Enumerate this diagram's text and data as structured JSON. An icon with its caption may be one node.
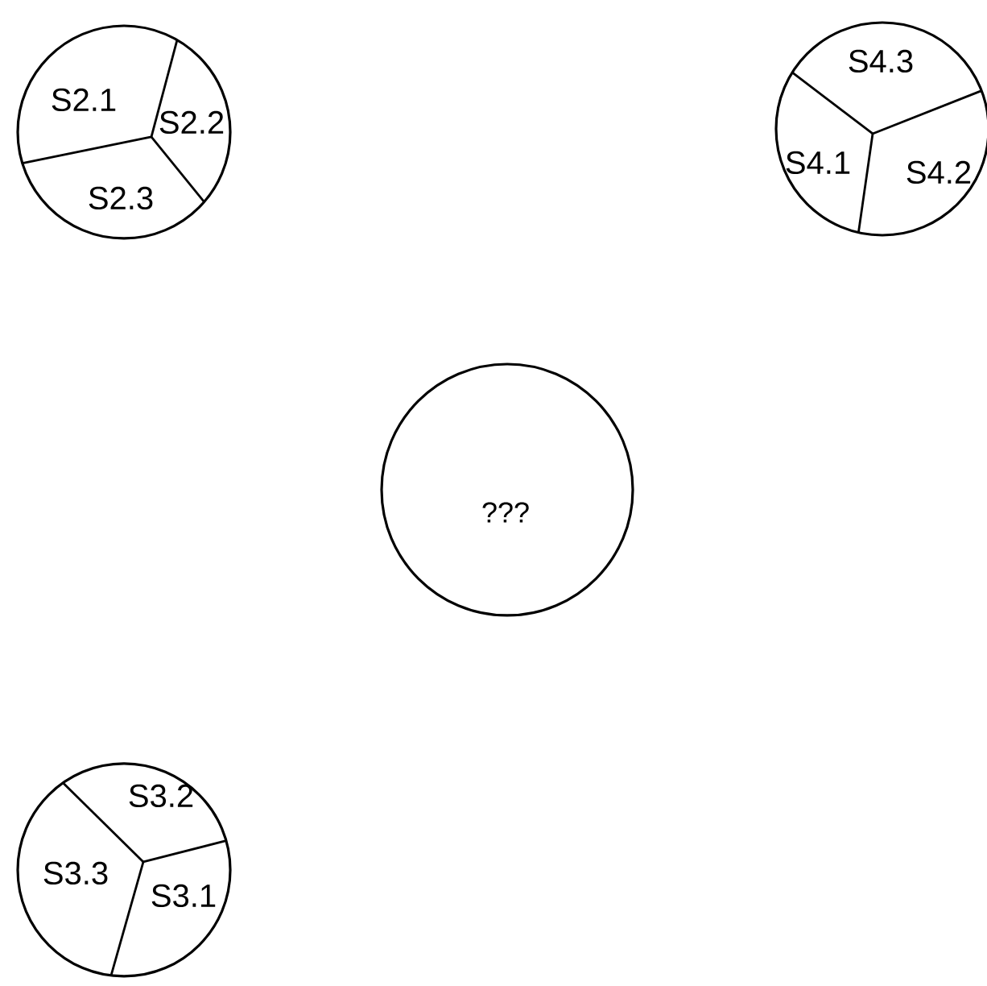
{
  "diagram": {
    "nodes": [
      {
        "text": [
          "S2.1",
          "S2.2",
          "S2.3"
        ]
      },
      {
        "text": [
          "S4.3",
          "S4.1",
          "S4.2"
        ]
      },
      {
        "text": [
          "???"
        ]
      },
      {
        "text": [
          "S3.2",
          "S3.3",
          "S3.1"
        ]
      }
    ]
  }
}
